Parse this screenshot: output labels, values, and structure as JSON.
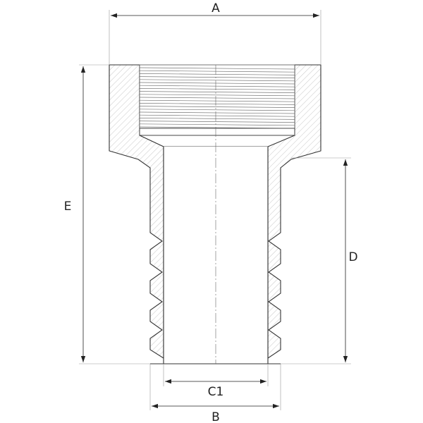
{
  "labels": {
    "A": "A",
    "B": "B",
    "C1": "C1",
    "D": "D",
    "E": "E"
  },
  "colors": {
    "outline": "#333333",
    "hatch": "#9a9a9a",
    "dimension": "#222222",
    "thread": "#777777",
    "background": "#ffffff"
  }
}
